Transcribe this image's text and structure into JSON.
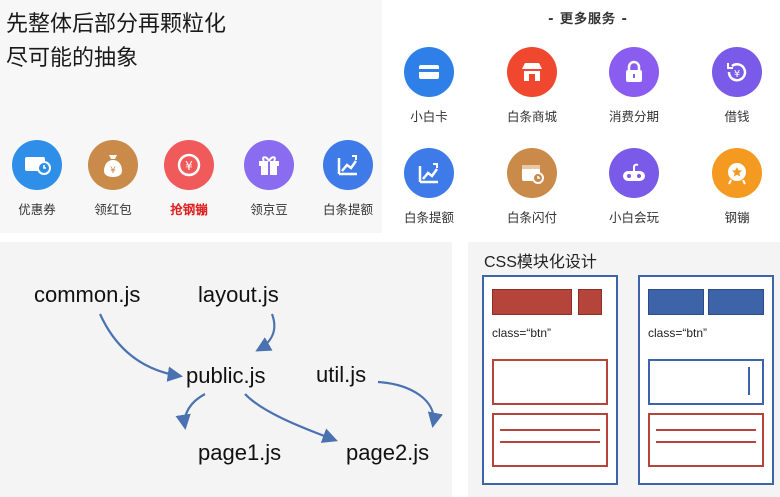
{
  "top_left": {
    "heading_line1": "先整体后部分再颗粒化",
    "heading_line2": "尽可能的抽象",
    "icons": [
      {
        "label": "优惠券",
        "icon": "coupon-icon",
        "color": "#2f8fe8"
      },
      {
        "label": "领红包",
        "icon": "money-bag-icon",
        "color": "#c98a4a"
      },
      {
        "label": "抢钢镚",
        "icon": "coin-icon",
        "color": "#f05a5a",
        "highlight": true
      },
      {
        "label": "领京豆",
        "icon": "gift-icon",
        "color": "#8a6cf0"
      },
      {
        "label": "白条提额",
        "icon": "chart-up-icon",
        "color": "#3e7ae8"
      }
    ]
  },
  "top_right": {
    "title": "- 更多服务 -",
    "icons": [
      {
        "label": "小白卡",
        "icon": "card-icon",
        "color": "#2f7fe8"
      },
      {
        "label": "白条商城",
        "icon": "shop-icon",
        "color": "#f0482e"
      },
      {
        "label": "消费分期",
        "icon": "lock-icon",
        "color": "#8a5cf0"
      },
      {
        "label": "借钱",
        "icon": "yen-icon",
        "color": "#7a5ae8"
      },
      {
        "label": "白条提额",
        "icon": "chart-up-icon",
        "color": "#3e7ae8"
      },
      {
        "label": "白条闪付",
        "icon": "calendar-clock-icon",
        "color": "#c98a4a"
      },
      {
        "label": "小白会玩",
        "icon": "gamepad-icon",
        "color": "#7a5ae8"
      },
      {
        "label": "钢镚",
        "icon": "coin-star-icon",
        "color": "#f59a20"
      }
    ]
  },
  "flow": {
    "nodes": {
      "common": "common.js",
      "layout": "layout.js",
      "public": "public.js",
      "util": "util.js",
      "page1": "page1.js",
      "page2": "page2.js"
    }
  },
  "css_module": {
    "title": "CSS模块化设计",
    "left_class": "class=“btn”",
    "right_class": "class=“btn”",
    "colors": {
      "blue": "#3d64a8",
      "red": "#b5453a"
    }
  }
}
